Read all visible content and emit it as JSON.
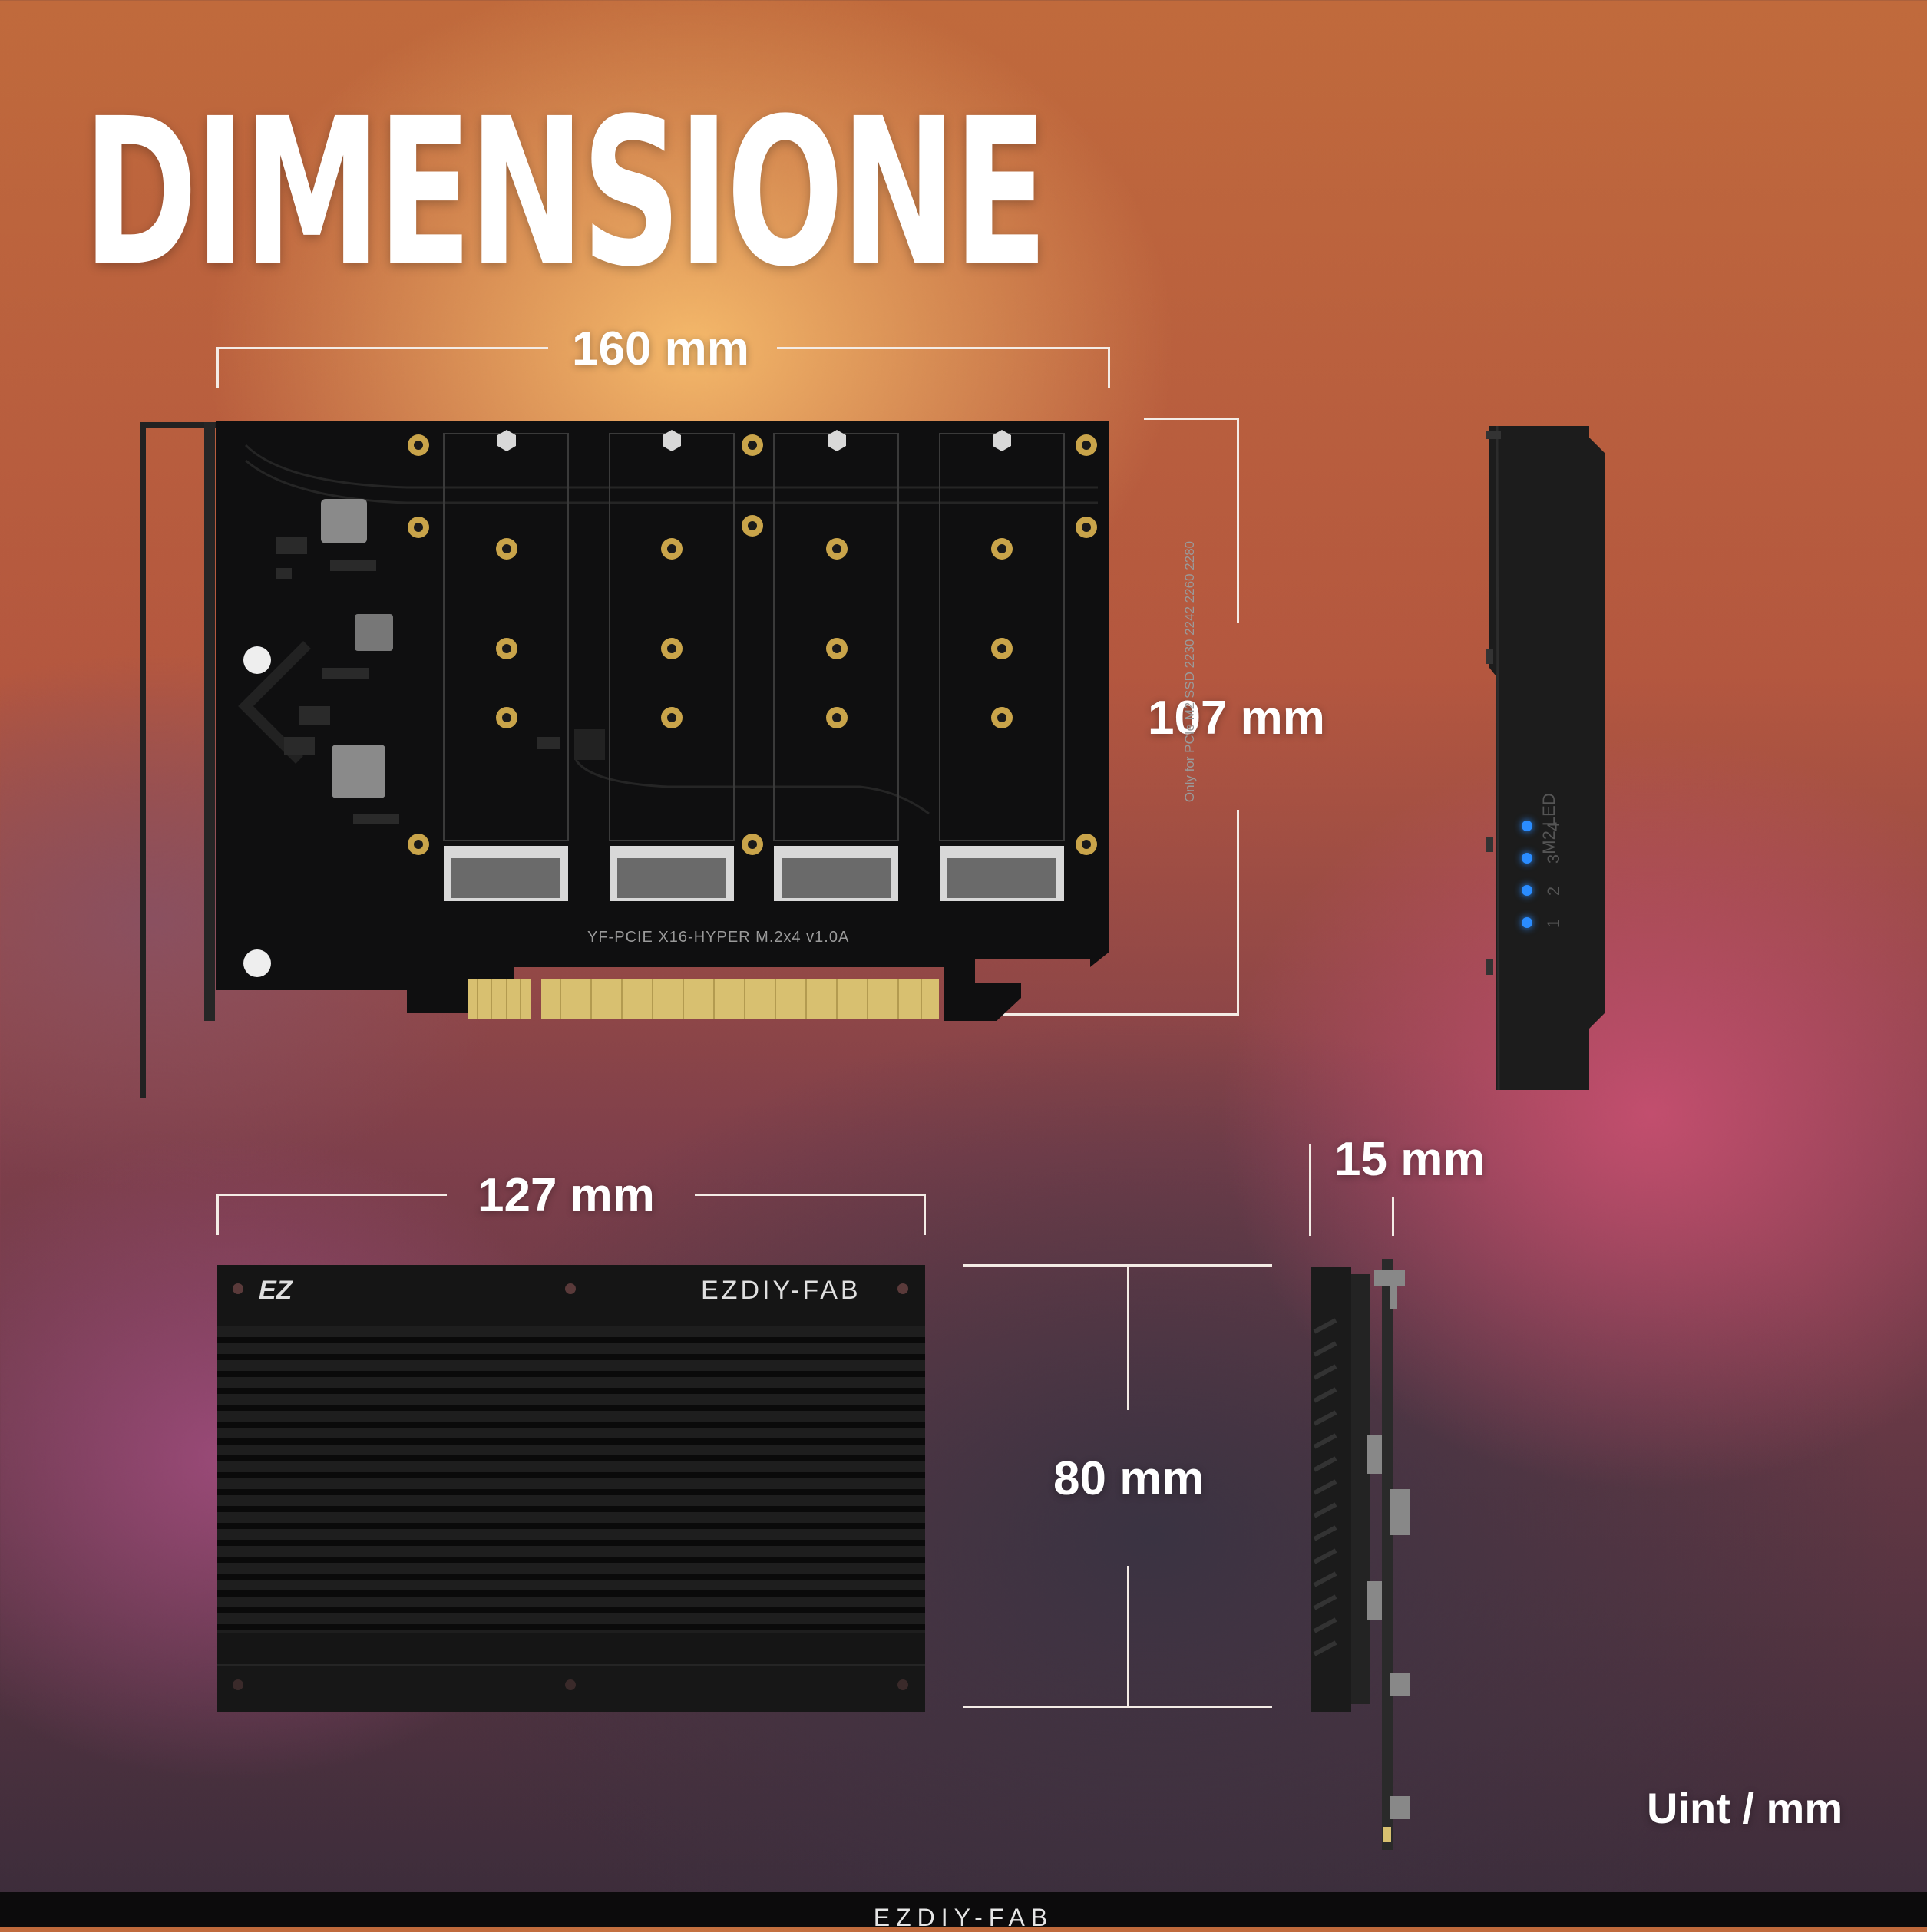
{
  "title": "DIMENSIONE",
  "dimensions": {
    "top_width": "160 mm",
    "top_height": "107 mm",
    "bottom_width": "127 mm",
    "bottom_height": "80 mm",
    "side_thickness": "15 mm"
  },
  "board_label": "YF-PCIE X16-HYPER M.2x4 v1.0A",
  "board_side_text": "Only for PCIe M2 SSD 2230 2242 2260 2280",
  "led_label": "M2 LED",
  "led_numbers": [
    "1",
    "2",
    "3",
    "4"
  ],
  "heatsink_brand": "EZDIY-FAB",
  "heatsink_logo": "EZ",
  "unit_note": "Uint / mm",
  "footer_brand": "EZDIY-FAB",
  "colors": {
    "led": "#2a8cff",
    "pcb": "#111111",
    "gold": "#d8c070"
  }
}
